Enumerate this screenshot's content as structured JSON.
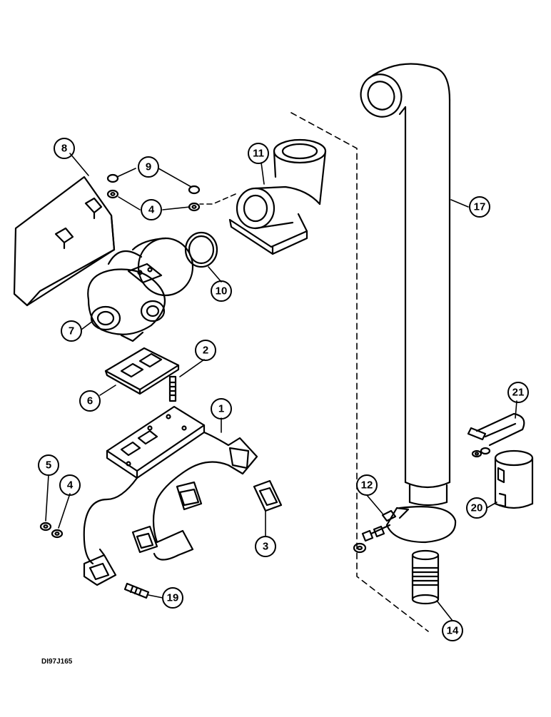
{
  "diagram": {
    "reference_code": "DI97J165",
    "callouts": [
      "8",
      "9",
      "4",
      "11",
      "17",
      "10",
      "7",
      "2",
      "6",
      "1",
      "21",
      "5",
      "4",
      "12",
      "20",
      "3",
      "19",
      "14"
    ]
  }
}
